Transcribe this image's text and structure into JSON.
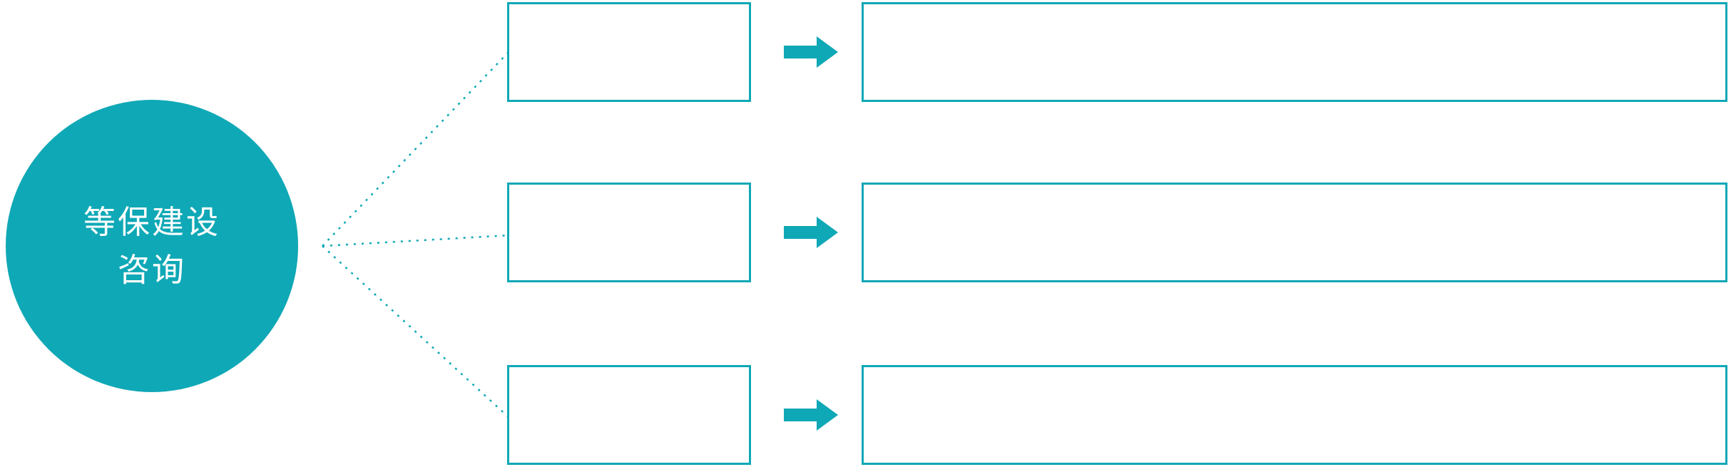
{
  "diagram": {
    "root_node": {
      "label_line1": "等保建设",
      "label_line2": "咨询"
    },
    "branches": [
      {
        "box_label": "",
        "detail_label": ""
      },
      {
        "box_label": "",
        "detail_label": ""
      },
      {
        "box_label": "",
        "detail_label": ""
      }
    ]
  },
  "icons": {
    "arrow": "right-arrow-icon",
    "connector": "dotted-branch-lines"
  },
  "colors": {
    "accent": "#0FA8B6",
    "box_background": "#FFFFFF",
    "text_on_accent": "#FFFFFF"
  }
}
